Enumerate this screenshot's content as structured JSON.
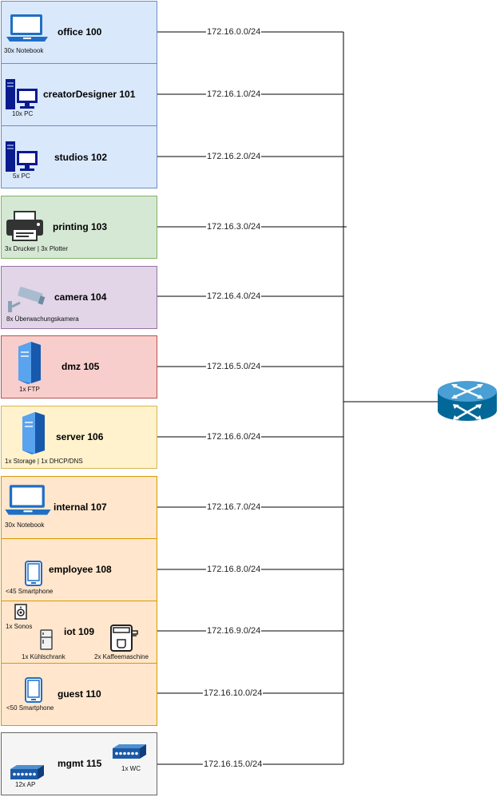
{
  "colors": {
    "blue": "#dae8fc",
    "green": "#d5e8d4",
    "purple": "#e1d5e7",
    "red": "#f8cecc",
    "yellow": "#fff2cc",
    "orange": "#ffe6cc",
    "gray": "#f5f5f5",
    "router": "#036897"
  },
  "vlans": [
    {
      "name": "office 100",
      "devices": [
        "30x Notebook"
      ],
      "subnet": "172.16.0.0/24",
      "icons": [
        "laptop-icon"
      ]
    },
    {
      "name": "creatorDesigner 101",
      "devices": [
        "10x PC"
      ],
      "subnet": "172.16.1.0/24",
      "icons": [
        "desktop-pc-icon"
      ]
    },
    {
      "name": "studios 102",
      "devices": [
        "5x PC"
      ],
      "subnet": "172.16.2.0/24",
      "icons": [
        "desktop-pc-icon"
      ]
    },
    {
      "name": "printing 103",
      "devices": [
        "3x Drucker | 3x Plotter"
      ],
      "subnet": "172.16.3.0/24",
      "icons": [
        "printer-icon"
      ]
    },
    {
      "name": "camera 104",
      "devices": [
        "8x Überwachungskamera"
      ],
      "subnet": "172.16.4.0/24",
      "icons": [
        "security-camera-icon"
      ]
    },
    {
      "name": "dmz 105",
      "devices": [
        "1x FTP"
      ],
      "subnet": "172.16.5.0/24",
      "icons": [
        "server-tower-icon"
      ]
    },
    {
      "name": "server 106",
      "devices": [
        "1x Storage | 1x DHCP/DNS"
      ],
      "subnet": "172.16.6.0/24",
      "icons": [
        "server-tower-icon"
      ]
    },
    {
      "name": "internal 107",
      "devices": [
        "30x Notebook"
      ],
      "subnet": "172.16.7.0/24",
      "icons": [
        "laptop-icon"
      ]
    },
    {
      "name": "employee 108",
      "devices": [
        "<45 Smartphone"
      ],
      "subnet": "172.16.8.0/24",
      "icons": [
        "smartphone-icon"
      ]
    },
    {
      "name": "iot 109",
      "devices": [
        "1x Sonos",
        "1x Kühlschrank",
        "2x Kaffeemaschine"
      ],
      "subnet": "172.16.9.0/24",
      "icons": [
        "speaker-icon",
        "fridge-icon",
        "coffee-machine-icon"
      ]
    },
    {
      "name": "guest 110",
      "devices": [
        "<50 Smartphone"
      ],
      "subnet": "172.16.10.0/24",
      "icons": [
        "smartphone-icon"
      ]
    },
    {
      "name": "mgmt 115",
      "devices": [
        "12x AP",
        "1x WC"
      ],
      "subnet": "172.16.15.0/24",
      "icons": [
        "access-point-icon",
        "wireless-controller-icon"
      ]
    }
  ],
  "router": {
    "icon": "router-icon"
  }
}
